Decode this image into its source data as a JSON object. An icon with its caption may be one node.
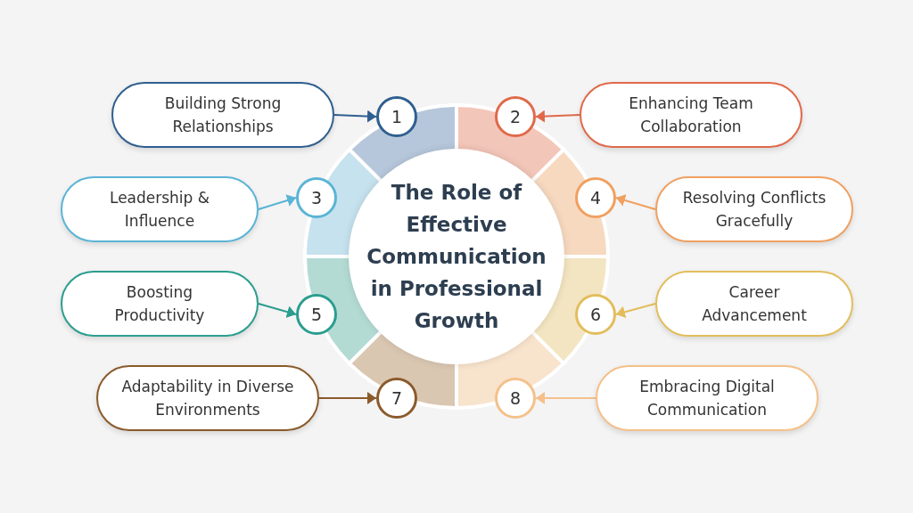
{
  "diagram": {
    "nodes": [
      {
        "text": [
          "The Role of Effective Communication in Professional Growth"
        ]
      },
      {
        "text": [
          "1"
        ]
      },
      {
        "text": [
          "2"
        ]
      },
      {
        "text": [
          "3"
        ]
      },
      {
        "text": [
          "4"
        ]
      },
      {
        "text": [
          "5"
        ]
      },
      {
        "text": [
          "6"
        ]
      },
      {
        "text": [
          "7"
        ]
      },
      {
        "text": [
          "8"
        ]
      },
      {
        "text": [
          "Building Strong Relationships"
        ]
      },
      {
        "text": [
          "Enhancing Team Collaboration"
        ]
      },
      {
        "text": [
          "Leadership & Influence"
        ]
      },
      {
        "text": [
          "Resolving Conflicts Gracefully"
        ]
      },
      {
        "text": [
          "Boosting Productivity"
        ]
      },
      {
        "text": [
          "Career Advancement"
        ]
      },
      {
        "text": [
          "Adaptability in Diverse Environments"
        ]
      },
      {
        "text": [
          "Embracing Digital Communication"
        ]
      }
    ],
    "edges": [
      {
        "from": 9,
        "to": 1,
        "arrow": "to",
        "color": "#2f5f8f"
      },
      {
        "from": 10,
        "to": 2,
        "arrow": "to",
        "color": "#e0694a"
      },
      {
        "from": 11,
        "to": 3,
        "arrow": "to",
        "color": "#5ab4d6"
      },
      {
        "from": 12,
        "to": 4,
        "arrow": "to",
        "color": "#f0a060"
      },
      {
        "from": 13,
        "to": 5,
        "arrow": "to",
        "color": "#2a9d8f"
      },
      {
        "from": 14,
        "to": 6,
        "arrow": "to",
        "color": "#e3bd5c"
      },
      {
        "from": 15,
        "to": 7,
        "arrow": "to",
        "color": "#8b5a2b"
      },
      {
        "from": 16,
        "to": 8,
        "arrow": "to",
        "color": "#f5c08a"
      }
    ]
  }
}
